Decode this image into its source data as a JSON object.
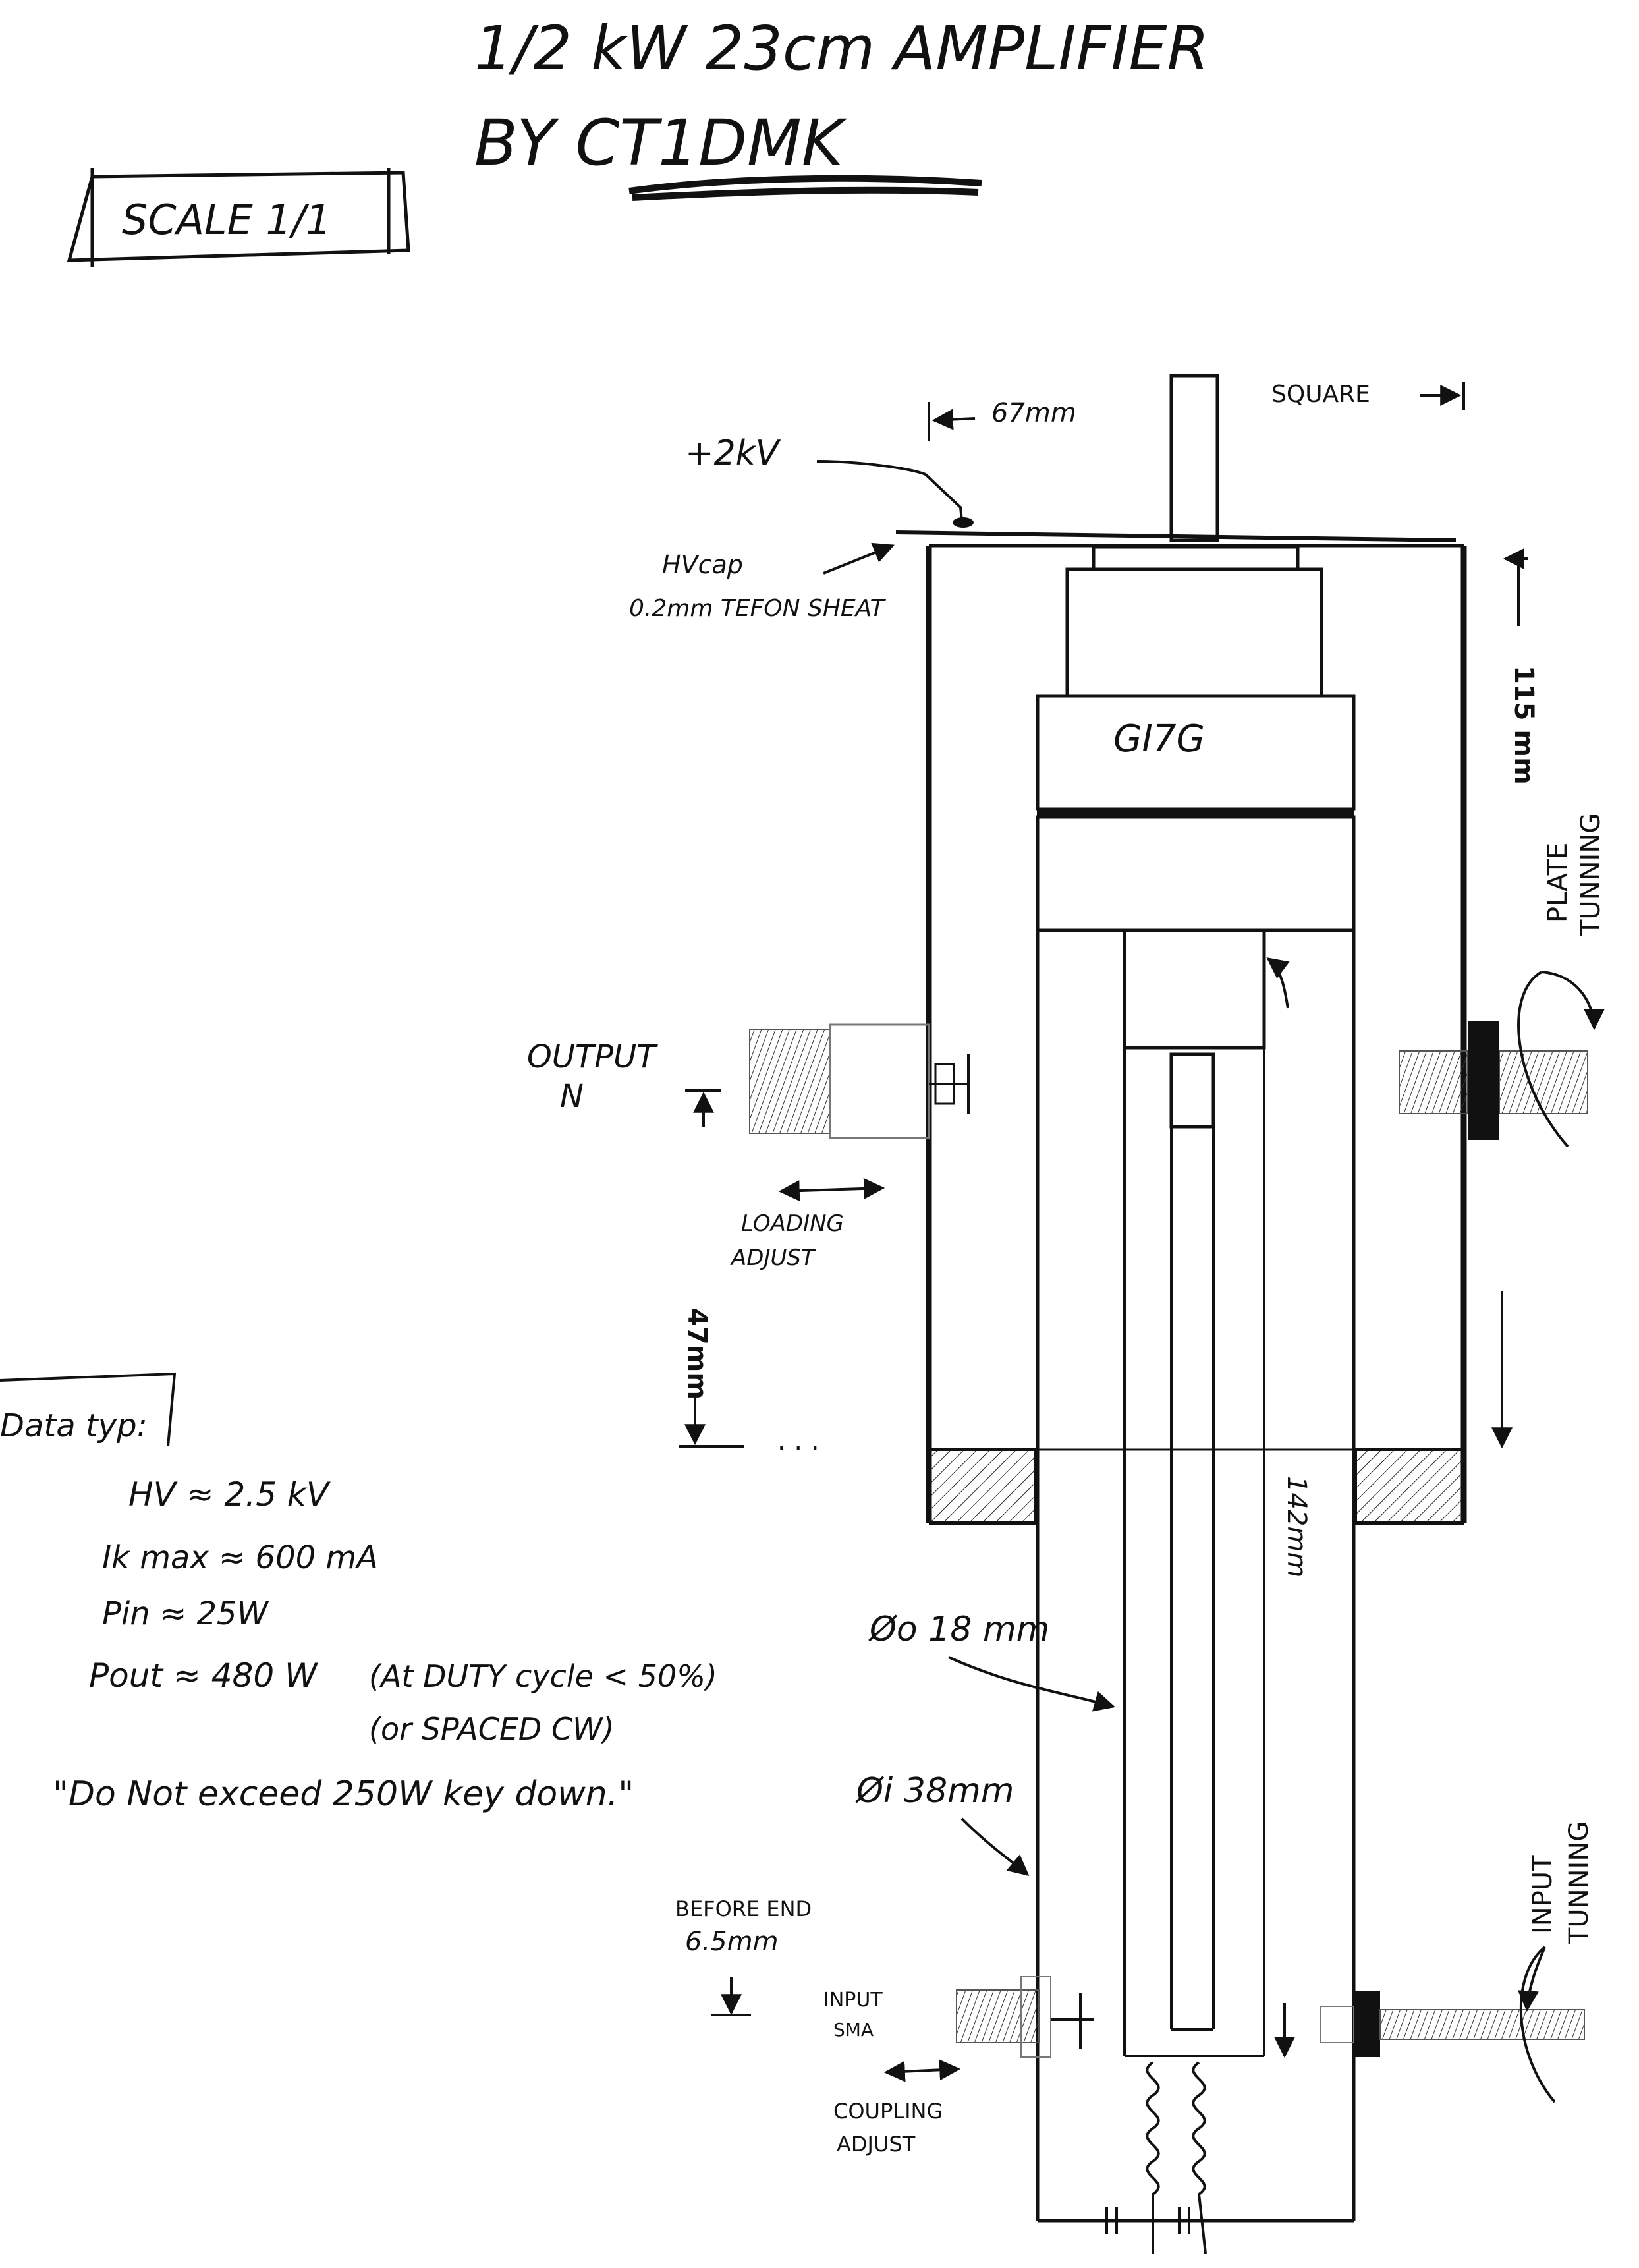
{
  "title": {
    "line1": "1/2 kW 23cm AMPLIFIER",
    "line2": "BY CT1DMK"
  },
  "scale_box": "SCALE 1/1",
  "top_labels": {
    "dim_67": "67mm",
    "square": "SQUARE",
    "hv_plus": "+2kV",
    "hvcap_1": "HVcap",
    "hvcap_2": "0.2mm TEFON SHEAT",
    "dim_115": "115 mm",
    "tube": "GI7G",
    "plate_tuning_1": "PLATE",
    "plate_tuning_2": "TUNNING"
  },
  "output": {
    "line1": "OUTPUT",
    "line2": "N",
    "loading_1": "LOADING",
    "loading_2": "ADJUST"
  },
  "middle_labels": {
    "dim_47": "47mm",
    "dim_142": "142mm",
    "od18": "Øo 18 mm",
    "id38": "Øi 38mm"
  },
  "data": {
    "heading": "Data typ:",
    "hv": "HV ≈ 2.5 kV",
    "ik": "Ik max ≈ 600 mA",
    "pin": "Pin ≈ 25W",
    "pout": "Pout ≈ 480 W",
    "duty": "(At DUTY cycle < 50%)",
    "spaced": "(or SPACED CW)",
    "warning": "\"Do Not exceed 250W key down.\""
  },
  "bottom_labels": {
    "before_end_1": "BEFORE END",
    "before_end_2": "6.5mm",
    "input_sma_1": "INPUT",
    "input_sma_2": "SMA",
    "coupling_1": "COUPLING",
    "coupling_2": "ADJUST",
    "input_tuning_1": "INPUT",
    "input_tuning_2": "TUNNING"
  }
}
